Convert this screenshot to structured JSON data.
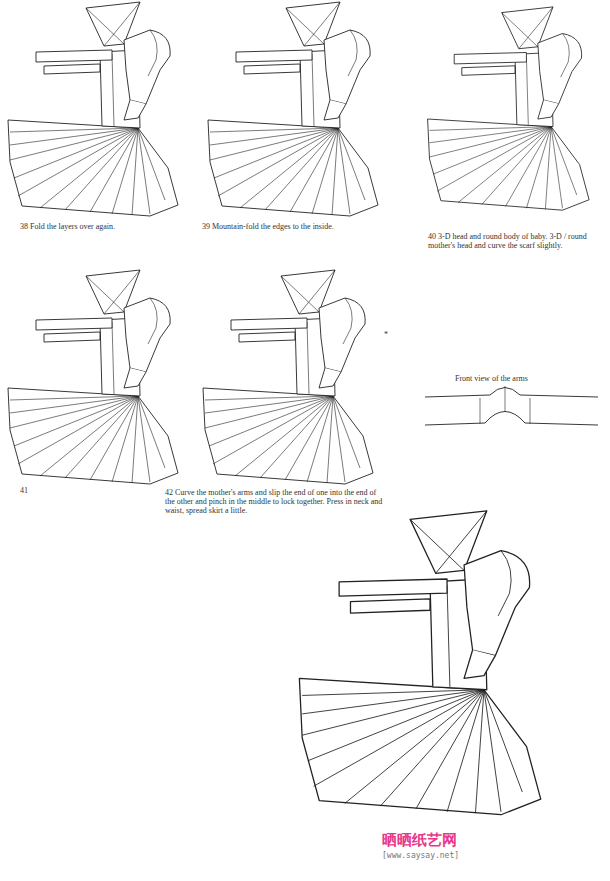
{
  "diagram": {
    "labels": [
      "38 Fold the layers over again.",
      "39 Mountain-fold the edges to the inside.",
      "40 3-D head and round body of baby. 3-D / round mother's head and curve the scarf slightly.",
      "41",
      "42 Curve the mother's arms and slip the end of one into the end of the other and pinch in the middle to lock together. Press in neck and waist, spread skirt a little.",
      "*",
      "Front view of the arms",
      "晒晒纸艺网",
      "[www.saysay.net]"
    ]
  }
}
